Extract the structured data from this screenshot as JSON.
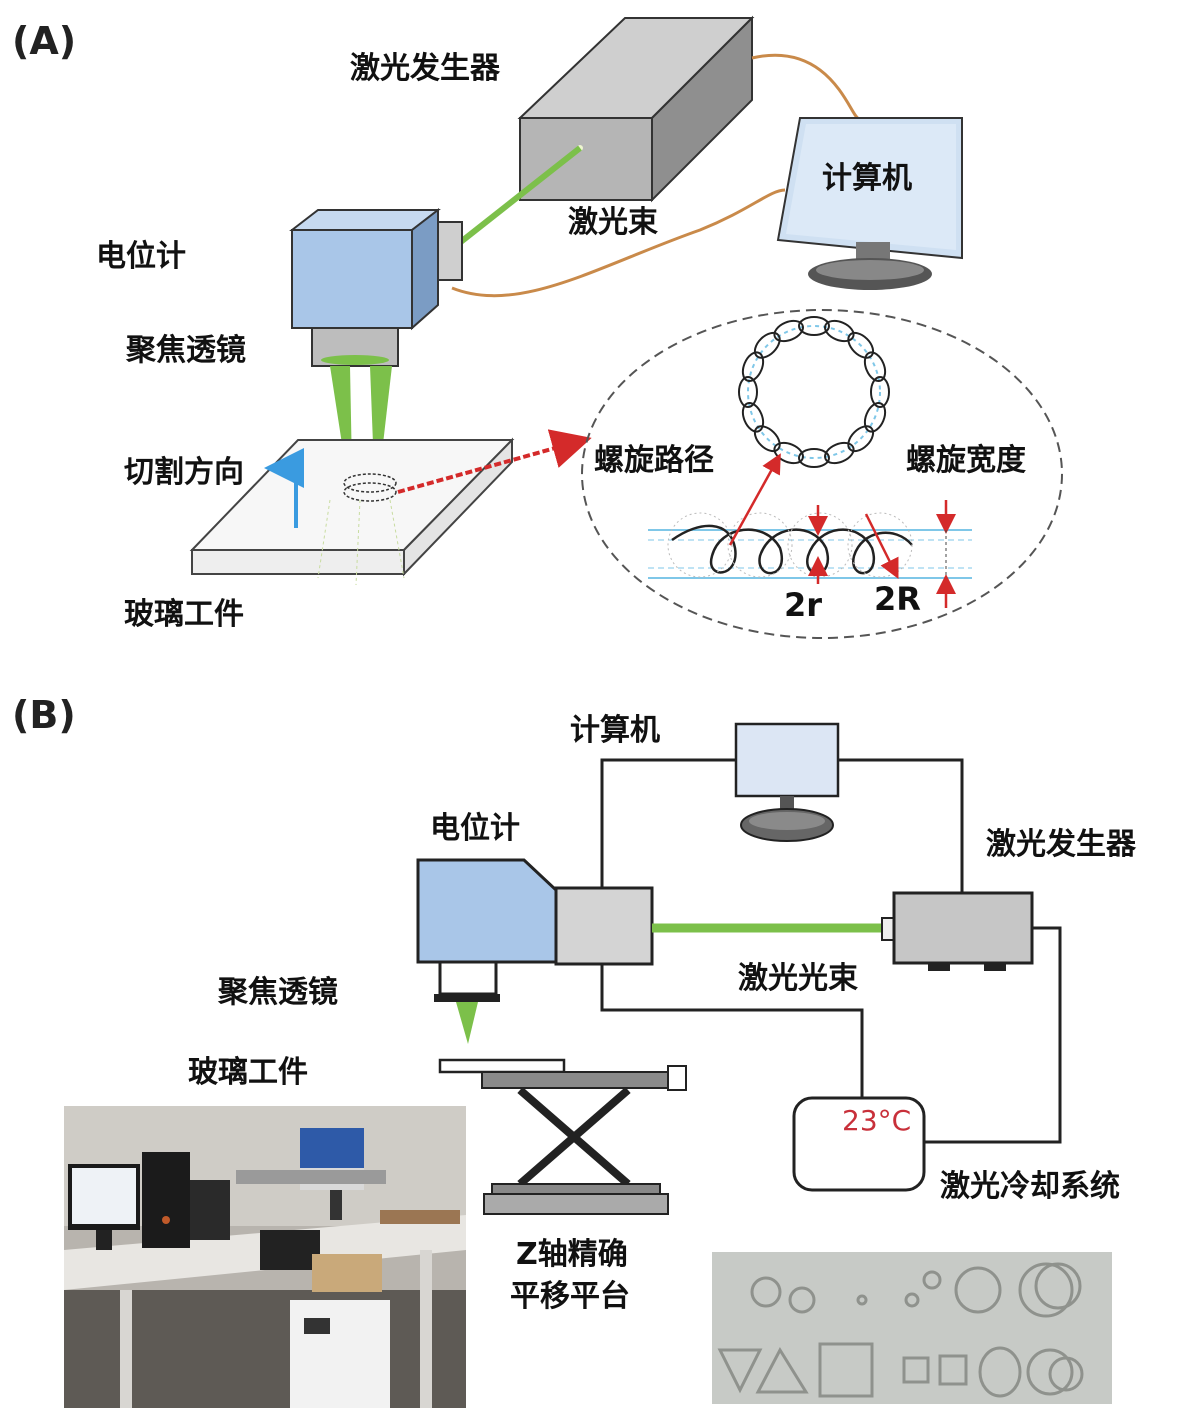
{
  "panel_a": {
    "tag": "(A)",
    "labels": {
      "laser_generator": "激光发生器",
      "computer": "计算机",
      "laser_beam": "激光束",
      "potentiometer": "电位计",
      "focus_lens": "聚焦透镜",
      "cut_direction": "切割方向",
      "glass_workpiece": "玻璃工件",
      "spiral_path": "螺旋路径",
      "spiral_width": "螺旋宽度",
      "small_r": "2r",
      "big_r": "2R"
    }
  },
  "panel_b": {
    "tag": "(B)",
    "labels": {
      "computer": "计算机",
      "potentiometer": "电位计",
      "laser_generator": "激光发生器",
      "focus_lens": "聚焦透镜",
      "laser_beam": "激光光束",
      "glass_workpiece": "玻璃工件",
      "cooling_system": "激光冷却系统",
      "temperature": "23°C",
      "stage_line1": "Z轴精确",
      "stage_line2": "平移平台"
    }
  },
  "colors": {
    "laser_green": "#7cc04a",
    "head_blue": "#a9c6e8",
    "cable_orange": "#c98a4a",
    "arrow_red": "#d42a2a",
    "arrow_blue": "#3a9be0",
    "temp_red": "#c8303a"
  }
}
